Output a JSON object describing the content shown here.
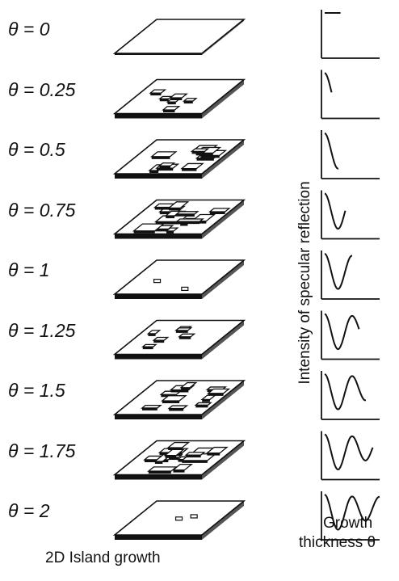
{
  "figure": {
    "stages": [
      {
        "theta_label": "θ = 0",
        "coverage": 0
      },
      {
        "theta_label": "θ = 0.25",
        "coverage": 0.25
      },
      {
        "theta_label": "θ = 0.5",
        "coverage": 0.5
      },
      {
        "theta_label": "θ = 0.75",
        "coverage": 0.75
      },
      {
        "theta_label": "θ = 1",
        "coverage": 1
      },
      {
        "theta_label": "θ = 1.25",
        "coverage": 1.25
      },
      {
        "theta_label": "θ = 1.5",
        "coverage": 1.5
      },
      {
        "theta_label": "θ = 1.75",
        "coverage": 1.75
      },
      {
        "theta_label": "θ = 2",
        "coverage": 2
      }
    ],
    "left_caption": "2D Island growth",
    "y_axis_label": "Intensity of specular reflection",
    "x_axis_caption_line1": "Growth",
    "x_axis_caption_line2": "thickness θ",
    "colors": {
      "ink": "#111111",
      "background": "#ffffff"
    }
  }
}
